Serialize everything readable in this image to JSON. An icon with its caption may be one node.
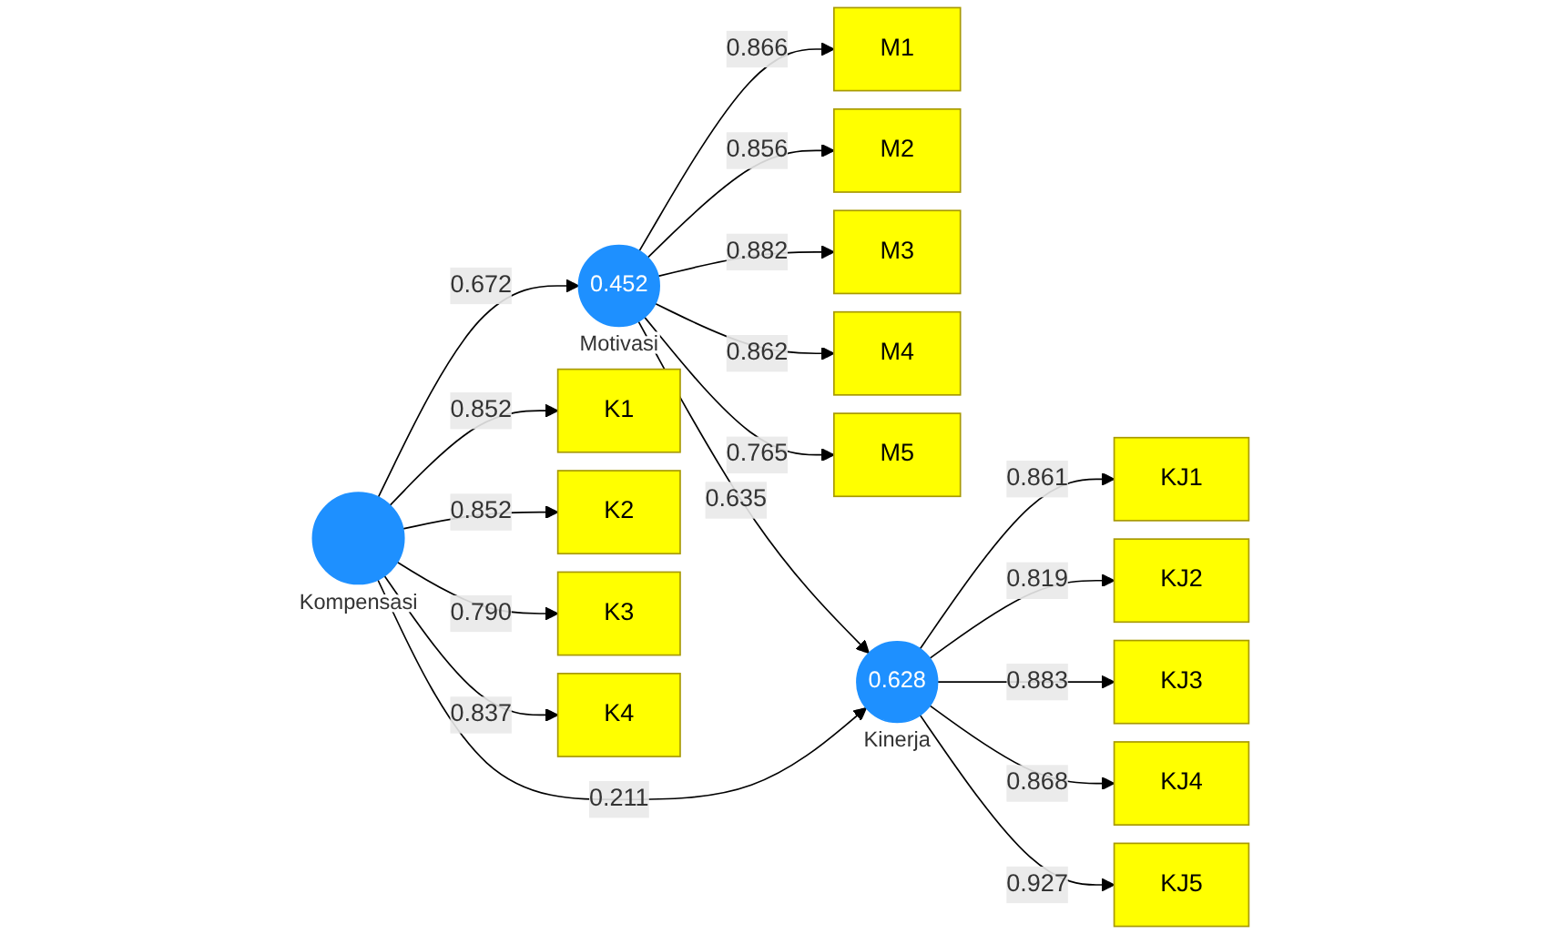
{
  "diagram": {
    "nodes": [
      {
        "text": [
          "M1"
        ]
      },
      {
        "text": [
          "M2"
        ]
      },
      {
        "text": [
          "M3"
        ]
      },
      {
        "text": [
          "M4"
        ]
      },
      {
        "text": [
          "M5"
        ]
      },
      {
        "text": [
          "0.452"
        ],
        "beside": [
          "Motivasi"
        ]
      },
      {
        "text": [
          "K1"
        ]
      },
      {
        "text": [
          "K2"
        ]
      },
      {
        "text": [
          "K3"
        ]
      },
      {
        "text": [
          "K4"
        ]
      },
      {
        "text": [],
        "shape": "circle",
        "beside": [
          "Kompensasi"
        ]
      },
      {
        "text": [
          "KJ1"
        ]
      },
      {
        "text": [
          "KJ2"
        ]
      },
      {
        "text": [
          "KJ3"
        ]
      },
      {
        "text": [
          "KJ4"
        ]
      },
      {
        "text": [
          "KJ5"
        ]
      },
      {
        "text": [
          "0.628"
        ],
        "beside": [
          "Kinerja"
        ]
      }
    ],
    "edges": [
      {
        "from": 5,
        "to": 0,
        "arrow": "to",
        "label": "0.866"
      },
      {
        "from": 5,
        "to": 1,
        "arrow": "to",
        "label": "0.856"
      },
      {
        "from": 5,
        "to": 2,
        "arrow": "to",
        "label": "0.882"
      },
      {
        "from": 5,
        "to": 3,
        "arrow": "to",
        "label": "0.862"
      },
      {
        "from": 5,
        "to": 4,
        "arrow": "to",
        "label": "0.765"
      },
      {
        "from": 10,
        "to": 6,
        "arrow": "to",
        "label": "0.852"
      },
      {
        "from": 10,
        "to": 7,
        "arrow": "to",
        "label": "0.852"
      },
      {
        "from": 10,
        "to": 8,
        "arrow": "to",
        "label": "0.790"
      },
      {
        "from": 10,
        "to": 9,
        "arrow": "to",
        "label": "0.837"
      },
      {
        "from": 10,
        "to": 5,
        "arrow": "to",
        "label": "0.672"
      },
      {
        "from": 5,
        "to": 16,
        "arrow": "to",
        "label": "0.635"
      },
      {
        "from": 10,
        "to": 16,
        "arrow": "to",
        "label": "0.211"
      },
      {
        "from": 16,
        "to": 11,
        "arrow": "to",
        "label": "0.861"
      },
      {
        "from": 16,
        "to": 12,
        "arrow": "to",
        "label": "0.819"
      },
      {
        "from": 16,
        "to": 13,
        "arrow": "to",
        "label": "0.883"
      },
      {
        "from": 16,
        "to": 14,
        "arrow": "to",
        "label": "0.868"
      },
      {
        "from": 16,
        "to": 15,
        "arrow": "to",
        "label": "0.927"
      }
    ]
  }
}
